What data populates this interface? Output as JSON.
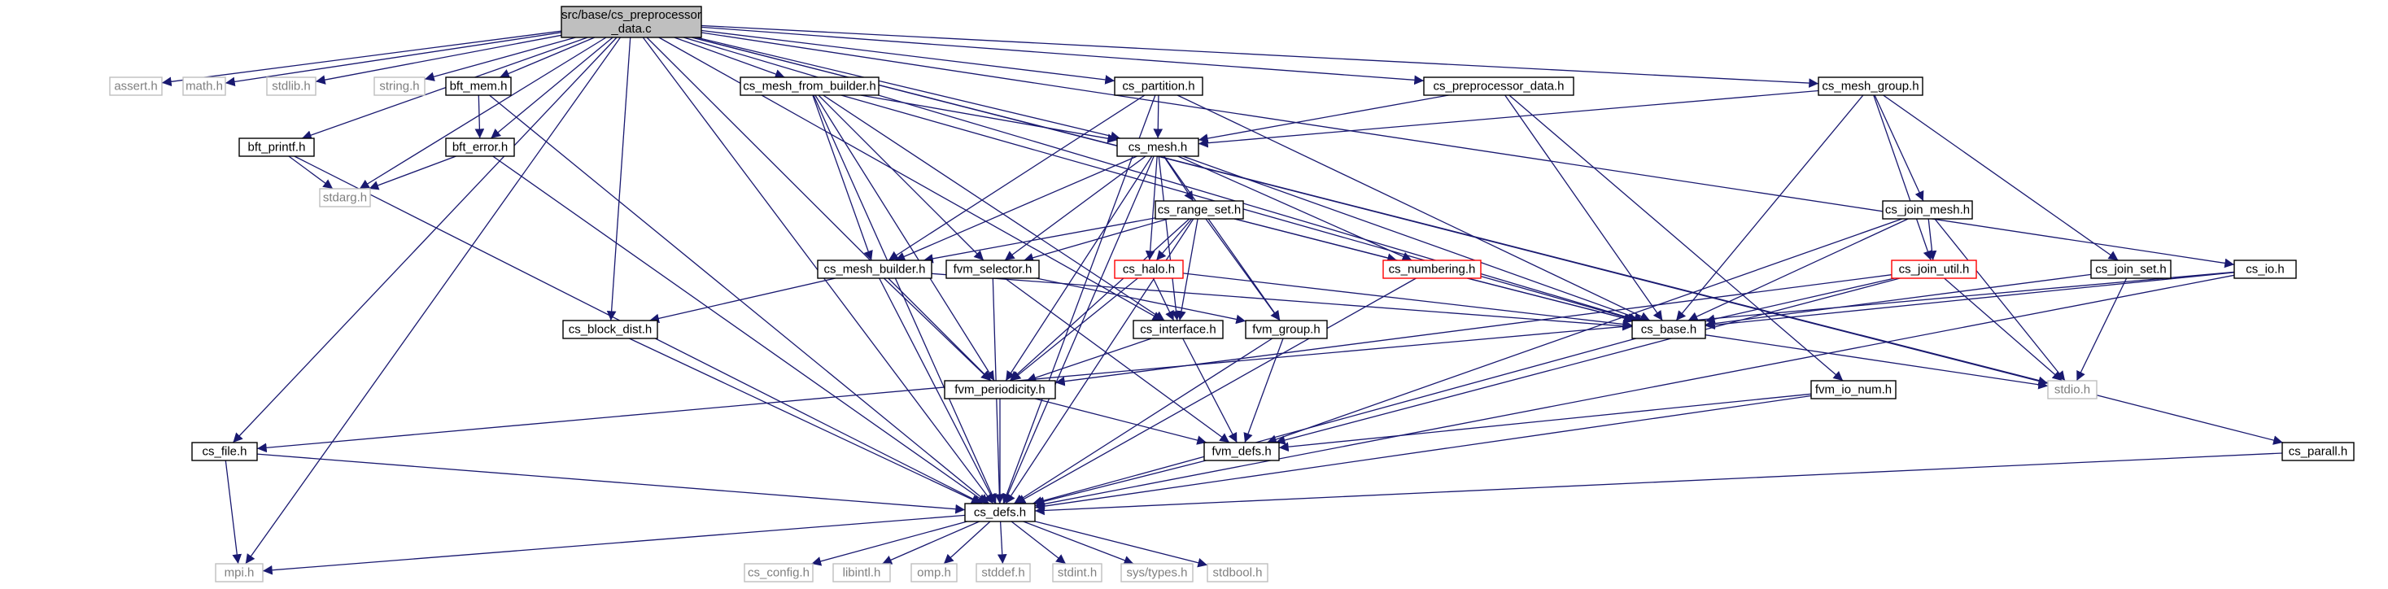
{
  "colors": {
    "edge": "#191970",
    "node_border": "#000000",
    "node_border_red": "#ff0000",
    "node_border_gray": "#bfbfbf",
    "node_fill": "#ffffff",
    "root_fill": "#bfbfbf",
    "text": "#000000",
    "text_gray": "#7f7f7f"
  },
  "nodes": [
    {
      "id": "root",
      "label": [
        "src/base/cs_preprocessor",
        "_data.c"
      ],
      "style": "root"
    },
    {
      "id": "mpi",
      "label": [
        "mpi.h"
      ],
      "style": "gray"
    },
    {
      "id": "assert",
      "label": [
        "assert.h"
      ],
      "style": "gray"
    },
    {
      "id": "math",
      "label": [
        "math.h"
      ],
      "style": "gray"
    },
    {
      "id": "stdlib",
      "label": [
        "stdlib.h"
      ],
      "style": "gray"
    },
    {
      "id": "string",
      "label": [
        "string.h"
      ],
      "style": "gray"
    },
    {
      "id": "stdarg",
      "label": [
        "stdarg.h"
      ],
      "style": "gray"
    },
    {
      "id": "stdio",
      "label": [
        "stdio.h"
      ],
      "style": "gray"
    },
    {
      "id": "bft_printf",
      "label": [
        "bft_printf.h"
      ],
      "style": "normal"
    },
    {
      "id": "bft_mem",
      "label": [
        "bft_mem.h"
      ],
      "style": "normal"
    },
    {
      "id": "bft_error",
      "label": [
        "bft_error.h"
      ],
      "style": "normal"
    },
    {
      "id": "cs_mesh_from_builder",
      "label": [
        "cs_mesh_from_builder.h"
      ],
      "style": "normal"
    },
    {
      "id": "cs_partition",
      "label": [
        "cs_partition.h"
      ],
      "style": "normal"
    },
    {
      "id": "cs_preprocessor_data_h",
      "label": [
        "cs_preprocessor_data.h"
      ],
      "style": "normal"
    },
    {
      "id": "cs_mesh_group",
      "label": [
        "cs_mesh_group.h"
      ],
      "style": "normal"
    },
    {
      "id": "cs_mesh",
      "label": [
        "cs_mesh.h"
      ],
      "style": "normal"
    },
    {
      "id": "cs_range_set",
      "label": [
        "cs_range_set.h"
      ],
      "style": "normal"
    },
    {
      "id": "cs_join_mesh",
      "label": [
        "cs_join_mesh.h"
      ],
      "style": "normal"
    },
    {
      "id": "cs_mesh_builder",
      "label": [
        "cs_mesh_builder.h"
      ],
      "style": "normal"
    },
    {
      "id": "fvm_selector",
      "label": [
        "fvm_selector.h"
      ],
      "style": "normal"
    },
    {
      "id": "cs_halo",
      "label": [
        "cs_halo.h"
      ],
      "style": "red"
    },
    {
      "id": "cs_numbering",
      "label": [
        "cs_numbering.h"
      ],
      "style": "red"
    },
    {
      "id": "cs_join_util",
      "label": [
        "cs_join_util.h"
      ],
      "style": "red"
    },
    {
      "id": "cs_join_set",
      "label": [
        "cs_join_set.h"
      ],
      "style": "normal"
    },
    {
      "id": "cs_io",
      "label": [
        "cs_io.h"
      ],
      "style": "normal"
    },
    {
      "id": "cs_block_dist",
      "label": [
        "cs_block_dist.h"
      ],
      "style": "normal"
    },
    {
      "id": "cs_interface",
      "label": [
        "cs_interface.h"
      ],
      "style": "normal"
    },
    {
      "id": "fvm_group",
      "label": [
        "fvm_group.h"
      ],
      "style": "normal"
    },
    {
      "id": "cs_base",
      "label": [
        "cs_base.h"
      ],
      "style": "normal"
    },
    {
      "id": "fvm_periodicity",
      "label": [
        "fvm_periodicity.h"
      ],
      "style": "normal"
    },
    {
      "id": "fvm_io_num",
      "label": [
        "fvm_io_num.h"
      ],
      "style": "normal"
    },
    {
      "id": "cs_file",
      "label": [
        "cs_file.h"
      ],
      "style": "normal"
    },
    {
      "id": "fvm_defs",
      "label": [
        "fvm_defs.h"
      ],
      "style": "normal"
    },
    {
      "id": "cs_parall",
      "label": [
        "cs_parall.h"
      ],
      "style": "normal"
    },
    {
      "id": "cs_defs",
      "label": [
        "cs_defs.h"
      ],
      "style": "normal"
    },
    {
      "id": "cs_config",
      "label": [
        "cs_config.h"
      ],
      "style": "gray"
    },
    {
      "id": "libintl",
      "label": [
        "libintl.h"
      ],
      "style": "gray"
    },
    {
      "id": "omp",
      "label": [
        "omp.h"
      ],
      "style": "gray"
    },
    {
      "id": "stddef",
      "label": [
        "stddef.h"
      ],
      "style": "gray"
    },
    {
      "id": "stdint",
      "label": [
        "stdint.h"
      ],
      "style": "gray"
    },
    {
      "id": "systypes",
      "label": [
        "sys/types.h"
      ],
      "style": "gray"
    },
    {
      "id": "stdbool",
      "label": [
        "stdbool.h"
      ],
      "style": "gray"
    }
  ],
  "edges": [
    [
      "root",
      "mpi"
    ],
    [
      "root",
      "assert"
    ],
    [
      "root",
      "math"
    ],
    [
      "root",
      "stdlib"
    ],
    [
      "root",
      "string"
    ],
    [
      "root",
      "stdarg"
    ],
    [
      "root",
      "stdio"
    ],
    [
      "root",
      "bft_printf"
    ],
    [
      "root",
      "bft_mem"
    ],
    [
      "root",
      "bft_error"
    ],
    [
      "root",
      "cs_mesh_from_builder"
    ],
    [
      "root",
      "cs_partition"
    ],
    [
      "root",
      "cs_preprocessor_data_h"
    ],
    [
      "root",
      "cs_mesh_group"
    ],
    [
      "root",
      "cs_mesh"
    ],
    [
      "root",
      "cs_io"
    ],
    [
      "root",
      "cs_parall"
    ],
    [
      "root",
      "cs_defs"
    ],
    [
      "root",
      "cs_file"
    ],
    [
      "root",
      "cs_block_dist"
    ],
    [
      "root",
      "cs_interface"
    ],
    [
      "root",
      "fvm_periodicity"
    ],
    [
      "root",
      "cs_base"
    ],
    [
      "bft_printf",
      "stdarg"
    ],
    [
      "bft_printf",
      "cs_defs"
    ],
    [
      "bft_mem",
      "bft_error"
    ],
    [
      "bft_mem",
      "cs_defs"
    ],
    [
      "bft_error",
      "stdarg"
    ],
    [
      "bft_error",
      "cs_defs"
    ],
    [
      "cs_mesh_from_builder",
      "cs_mesh"
    ],
    [
      "cs_mesh_from_builder",
      "cs_mesh_builder"
    ],
    [
      "cs_mesh_from_builder",
      "fvm_selector"
    ],
    [
      "cs_mesh_from_builder",
      "cs_base"
    ],
    [
      "cs_mesh_from_builder",
      "cs_defs"
    ],
    [
      "cs_mesh_from_builder",
      "fvm_periodicity"
    ],
    [
      "cs_mesh_from_builder",
      "cs_interface"
    ],
    [
      "cs_partition",
      "cs_mesh"
    ],
    [
      "cs_partition",
      "cs_mesh_builder"
    ],
    [
      "cs_partition",
      "cs_base"
    ],
    [
      "cs_partition",
      "cs_defs"
    ],
    [
      "cs_preprocessor_data_h",
      "cs_mesh"
    ],
    [
      "cs_preprocessor_data_h",
      "cs_base"
    ],
    [
      "cs_preprocessor_data_h",
      "fvm_io_num"
    ],
    [
      "cs_mesh_group",
      "cs_mesh"
    ],
    [
      "cs_mesh_group",
      "cs_base"
    ],
    [
      "cs_mesh_group",
      "cs_join_mesh"
    ],
    [
      "cs_mesh_group",
      "cs_join_set"
    ],
    [
      "cs_mesh_group",
      "cs_join_util"
    ],
    [
      "cs_mesh",
      "cs_range_set"
    ],
    [
      "cs_mesh",
      "cs_mesh_builder"
    ],
    [
      "cs_mesh",
      "fvm_selector"
    ],
    [
      "cs_mesh",
      "cs_halo"
    ],
    [
      "cs_mesh",
      "cs_numbering"
    ],
    [
      "cs_mesh",
      "cs_interface"
    ],
    [
      "cs_mesh",
      "fvm_group"
    ],
    [
      "cs_mesh",
      "cs_base"
    ],
    [
      "cs_mesh",
      "fvm_periodicity"
    ],
    [
      "cs_mesh",
      "cs_defs"
    ],
    [
      "cs_range_set",
      "cs_mesh_builder"
    ],
    [
      "cs_range_set",
      "fvm_selector"
    ],
    [
      "cs_range_set",
      "cs_halo"
    ],
    [
      "cs_range_set",
      "cs_numbering"
    ],
    [
      "cs_range_set",
      "cs_interface"
    ],
    [
      "cs_range_set",
      "fvm_group"
    ],
    [
      "cs_range_set",
      "cs_base"
    ],
    [
      "cs_range_set",
      "fvm_periodicity"
    ],
    [
      "cs_range_set",
      "cs_defs"
    ],
    [
      "cs_join_mesh",
      "cs_join_util"
    ],
    [
      "cs_join_mesh",
      "cs_base"
    ],
    [
      "cs_join_mesh",
      "stdio"
    ],
    [
      "cs_join_mesh",
      "fvm_defs"
    ],
    [
      "cs_mesh_builder",
      "cs_block_dist"
    ],
    [
      "cs_mesh_builder",
      "fvm_periodicity"
    ],
    [
      "cs_mesh_builder",
      "cs_base"
    ],
    [
      "cs_mesh_builder",
      "cs_defs"
    ],
    [
      "fvm_selector",
      "fvm_group"
    ],
    [
      "fvm_selector",
      "fvm_defs"
    ],
    [
      "fvm_selector",
      "cs_defs"
    ],
    [
      "cs_halo",
      "cs_interface"
    ],
    [
      "cs_halo",
      "fvm_periodicity"
    ],
    [
      "cs_halo",
      "cs_base"
    ],
    [
      "cs_numbering",
      "cs_base"
    ],
    [
      "cs_numbering",
      "cs_defs"
    ],
    [
      "cs_join_util",
      "cs_base"
    ],
    [
      "cs_join_util",
      "stdio"
    ],
    [
      "cs_join_util",
      "fvm_periodicity"
    ],
    [
      "cs_join_util",
      "fvm_defs"
    ],
    [
      "cs_join_set",
      "cs_base"
    ],
    [
      "cs_join_set",
      "stdio"
    ],
    [
      "cs_io",
      "cs_base"
    ],
    [
      "cs_io",
      "cs_file"
    ],
    [
      "cs_io",
      "cs_defs"
    ],
    [
      "cs_block_dist",
      "cs_defs"
    ],
    [
      "cs_interface",
      "fvm_periodicity"
    ],
    [
      "cs_interface",
      "fvm_defs"
    ],
    [
      "fvm_group",
      "fvm_defs"
    ],
    [
      "fvm_group",
      "cs_defs"
    ],
    [
      "cs_base",
      "stdio"
    ],
    [
      "cs_base",
      "cs_defs"
    ],
    [
      "fvm_periodicity",
      "fvm_defs"
    ],
    [
      "fvm_periodicity",
      "cs_defs"
    ],
    [
      "fvm_io_num",
      "fvm_defs"
    ],
    [
      "fvm_io_num",
      "cs_defs"
    ],
    [
      "cs_file",
      "mpi"
    ],
    [
      "cs_file",
      "cs_defs"
    ],
    [
      "fvm_defs",
      "cs_defs"
    ],
    [
      "cs_parall",
      "cs_defs"
    ],
    [
      "cs_defs",
      "mpi"
    ],
    [
      "cs_defs",
      "cs_config"
    ],
    [
      "cs_defs",
      "libintl"
    ],
    [
      "cs_defs",
      "omp"
    ],
    [
      "cs_defs",
      "stddef"
    ],
    [
      "cs_defs",
      "stdint"
    ],
    [
      "cs_defs",
      "systypes"
    ],
    [
      "cs_defs",
      "stdbool"
    ]
  ]
}
